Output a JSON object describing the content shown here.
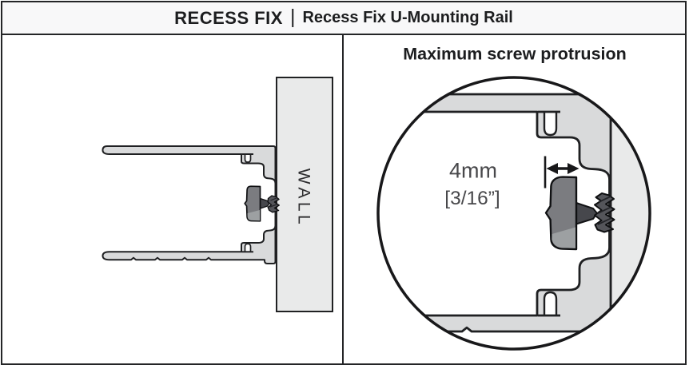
{
  "header": {
    "brand": "RECESS FIX",
    "separator": "|",
    "product": "Recess Fix U-Mounting Rail"
  },
  "left_panel": {
    "wall_label": "WALL"
  },
  "right_panel": {
    "title": "Maximum screw protrusion",
    "dimension_metric": "4mm",
    "dimension_imperial": "[3/16”]"
  },
  "colors": {
    "outline": "#1f2022",
    "frame_border": "#242527",
    "titlebar_bg": "#f8f8f9",
    "rail_fill": "#d9dadb",
    "wall_fill": "#e9eaea",
    "screw_fill": "#7b7c80",
    "screw_facet": "#9da0a2",
    "screw_tip": "#46474c",
    "thread_fill": "#54555a",
    "dim_text": "#48484b",
    "title_text": "#1c1d1f"
  }
}
